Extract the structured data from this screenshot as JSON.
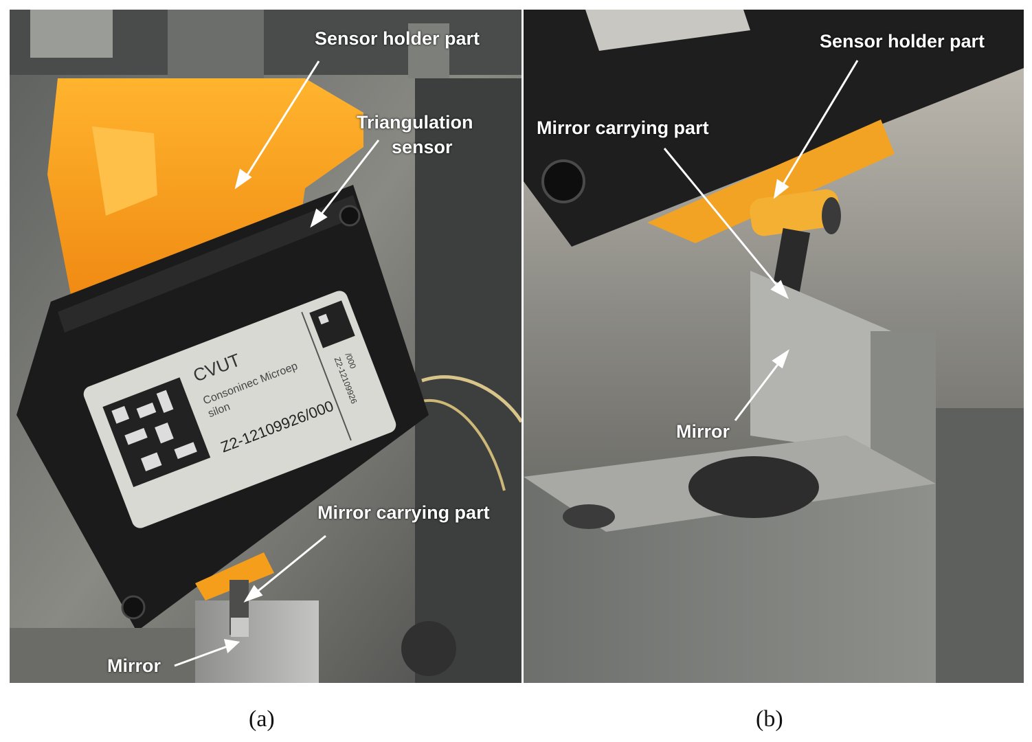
{
  "panels": [
    {
      "caption": "(a)",
      "labels": {
        "sensor_holder": "Sensor holder part",
        "triangulation_line1": "Triangulation",
        "triangulation_line2": "sensor",
        "mirror_carrying": "Mirror carrying part",
        "mirror": "Mirror"
      },
      "device_label": {
        "logo": "CVUT",
        "brand_line1": "Consoninec Microep",
        "brand_line2": "silon",
        "serial": "Z2-12109926/000",
        "side_serial_line1": "Z2-12109926",
        "side_serial_line2": "/000"
      }
    },
    {
      "caption": "(b)",
      "labels": {
        "sensor_holder": "Sensor holder part",
        "mirror_carrying": "Mirror carrying part",
        "mirror": "Mirror"
      }
    }
  ],
  "colors": {
    "holder_orange": "#f5a623",
    "sensor_black": "#1b1b1c",
    "metal": "#a9aaa8",
    "annotation": "#ffffff"
  }
}
